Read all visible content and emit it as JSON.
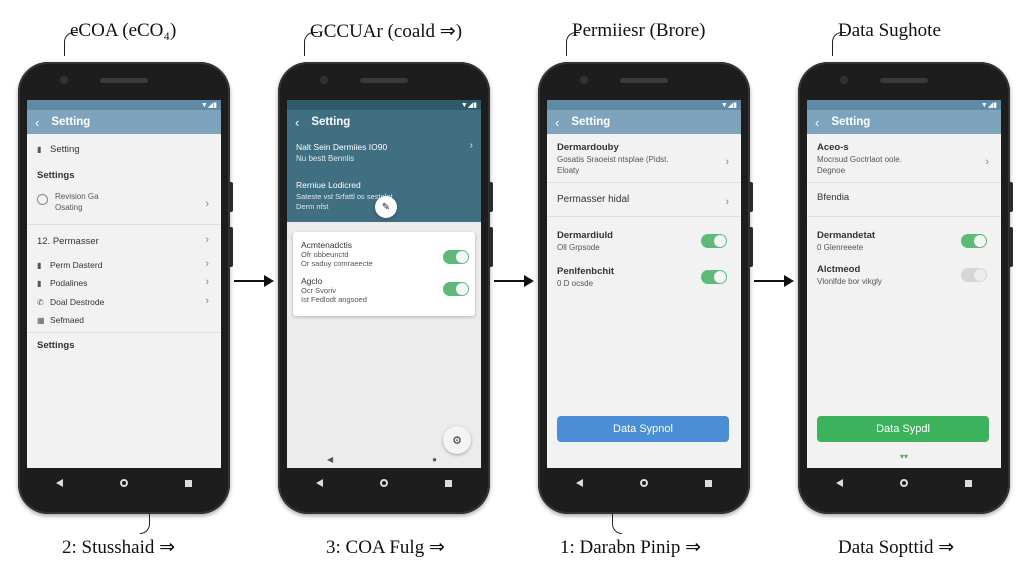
{
  "captions_top": [
    "eCOA (eCO₄)",
    "GCCUAr (coald ⇒)",
    "Permiiesr (Brore)",
    "Data Sughote"
  ],
  "captions_bottom": [
    "2: Stusshaid ⇒",
    "3: COA Fulg ⇒",
    "1: Darabn Pinip ⇒",
    "Data Sopttid ⇒"
  ],
  "screen_title": "Setting",
  "phone1": {
    "header_item": "Setting",
    "section1": "Settings",
    "item_a_title": "Revision Ga",
    "item_a_sub": "Osating",
    "item_b": "12. Permasser",
    "items": [
      "Perm Dasterd",
      "Podalines",
      "Doal Destrode",
      "Sefmaed"
    ],
    "section2": "Settings"
  },
  "phone2": {
    "panel_line1": "Nalt Sein Dermiies IO90",
    "panel_line2": "Nu bestt Bennlis",
    "panel_line3": "Rerniue Lodicred",
    "panel_line4": "Sateste vst Srfattl os sestelnt",
    "panel_line5": "Derm nfst",
    "card_item1_title": "Acmtenadctis",
    "card_item1_sub1": "Ofr obbeunctd",
    "card_item1_sub2": "Or saduy comraeecte",
    "card_item2_title": "Agclo",
    "card_item2_sub1": "Ocr Svoriv",
    "card_item2_sub2": "Ist Fedlodt angsoed"
  },
  "phone3": {
    "item1_title": "Dermardouby",
    "item1_sub1": "Gosatis Sraoeist ntsplae (Pidst.",
    "item1_sub2": "Eloaty",
    "item2": "Permasser hidal",
    "item3_title": "Dermardiuld",
    "item3_sub": "Oll Grpsode",
    "item4_title": "Penlfenbchit",
    "item4_sub": "0 D ocsde",
    "button": "Data Sypnol",
    "button_color": "#4a8fd6"
  },
  "phone4": {
    "item1_title": "Aceo-s",
    "item1_sub1": "Mocrsud Goctrlaot oole.",
    "item1_sub2": "Degnoe",
    "item2": "Bfendia",
    "item3_title": "Dermandetat",
    "item3_sub": "0 Glenreeete",
    "item4_title": "Alctmeod",
    "item4_sub": "Vlonlfde bor vikgly",
    "button": "Data Sypdl",
    "button_color": "#3bb25b"
  },
  "status_icons": "▼◢▮",
  "toggle_color": "#5dbb7a"
}
